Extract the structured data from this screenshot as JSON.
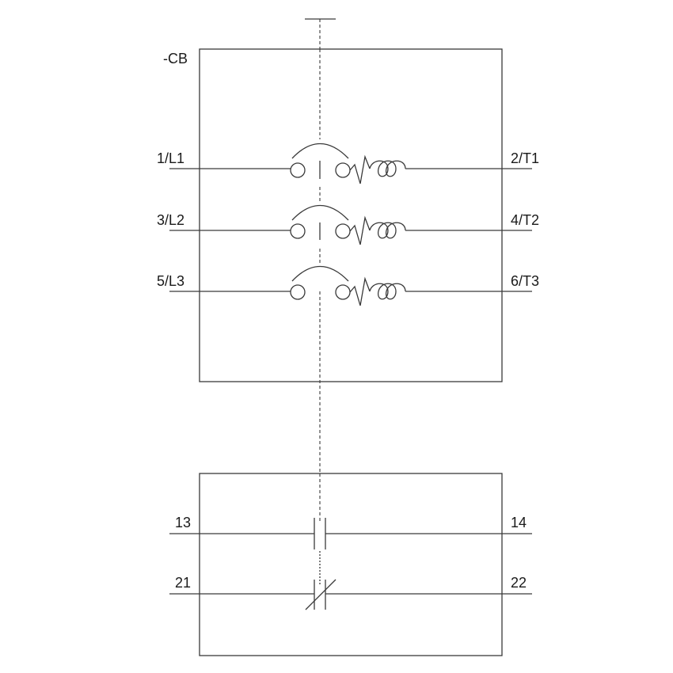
{
  "device": {
    "designation": "-CB"
  },
  "main_poles": [
    {
      "line_terminal": "1/L1",
      "load_terminal": "2/T1"
    },
    {
      "line_terminal": "3/L2",
      "load_terminal": "4/T2"
    },
    {
      "line_terminal": "5/L3",
      "load_terminal": "6/T3"
    }
  ],
  "auxiliary_contacts": [
    {
      "type": "normally-open",
      "left_terminal": "13",
      "right_terminal": "14"
    },
    {
      "type": "normally-closed",
      "left_terminal": "21",
      "right_terminal": "22"
    }
  ]
}
